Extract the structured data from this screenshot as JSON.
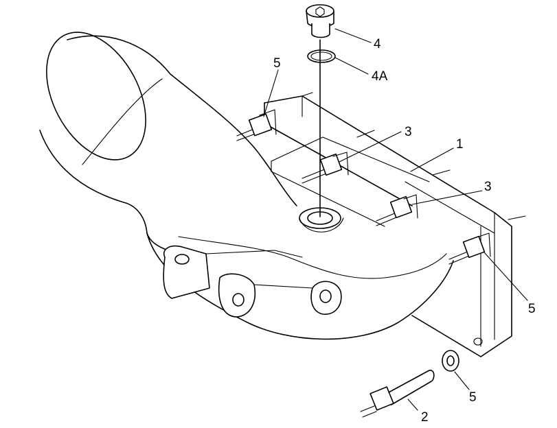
{
  "callouts": {
    "c1": "1",
    "c2": "2",
    "c3a": "3",
    "c3b": "3",
    "c4": "4",
    "c4a": "4A",
    "c5a": "5",
    "c5b": "5",
    "c5c": "5"
  }
}
